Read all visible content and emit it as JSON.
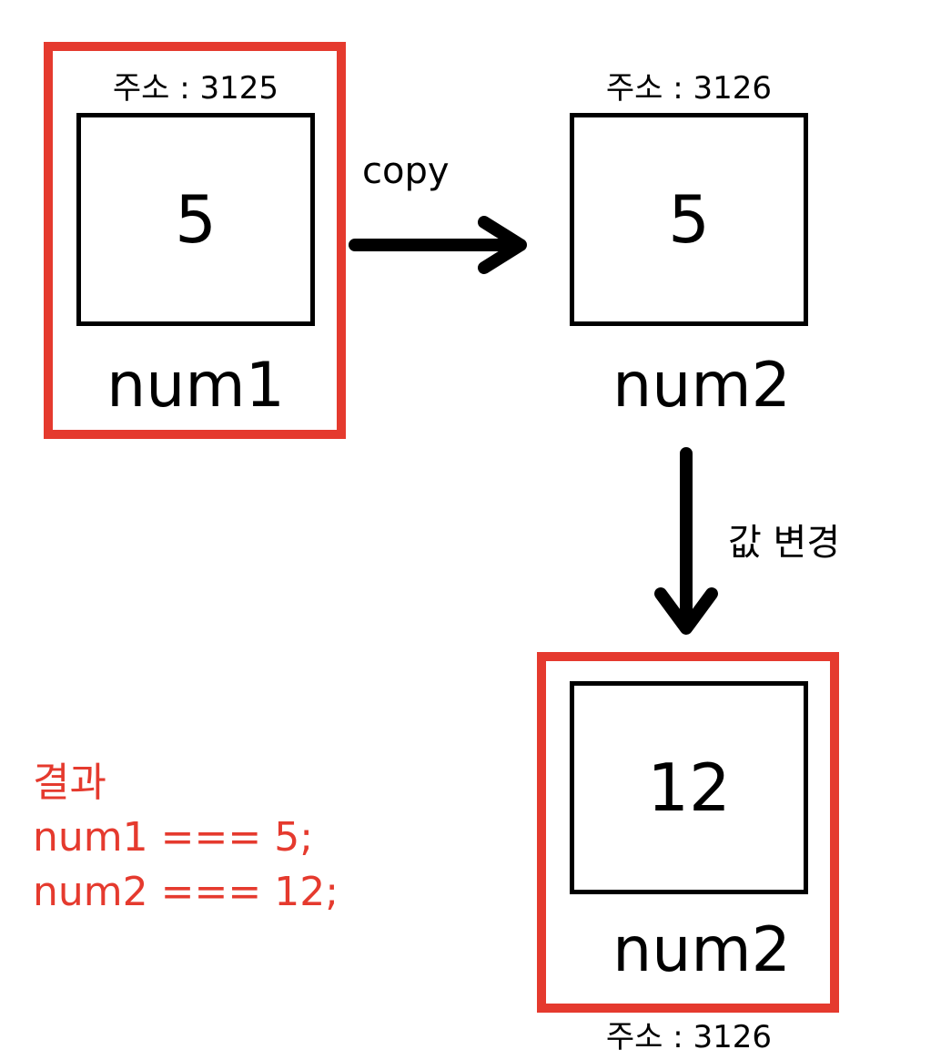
{
  "colors": {
    "highlight": "#e53a2e",
    "stroke": "#000000",
    "result_text": "#e53a2e"
  },
  "vars": [
    {
      "address_label": "주소 : 3125",
      "value": "5",
      "name": "num1",
      "highlighted": true
    },
    {
      "address_label": "주소 : 3126",
      "value": "5",
      "name": "num2",
      "highlighted": false
    },
    {
      "address_label": "주소 : 3126",
      "value": "12",
      "name": "num2",
      "highlighted": true
    }
  ],
  "arrows": {
    "copy_label": "copy",
    "change_label": "값 변경"
  },
  "result": {
    "title": "결과",
    "lines": [
      "num1 === 5;",
      "num2 === 12;"
    ]
  }
}
